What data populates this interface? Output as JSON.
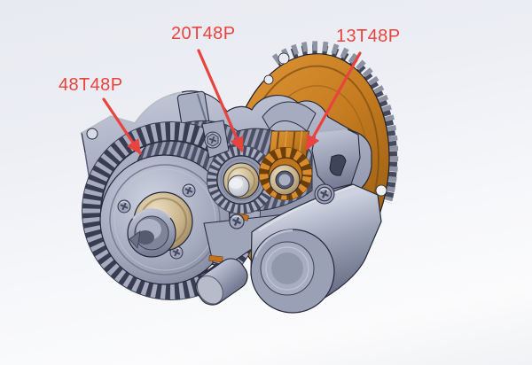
{
  "scene": {
    "type": "3d-cad-render",
    "subject": "Gear motor assembly with three annotated gears"
  },
  "annotations": {
    "labels": {
      "gear_48t": "48T48P",
      "gear_20t": "20T48P",
      "gear_13t": "13T48P"
    }
  },
  "colors": {
    "annotation_red": "#e8433e",
    "gear_orange": "#c67c20",
    "housing_gray": "#a3a9be",
    "brass": "#c9b48c",
    "steel": "#c9cdd6",
    "background_top": "#e7e9f1",
    "background_bottom": "#fbfbfd"
  }
}
